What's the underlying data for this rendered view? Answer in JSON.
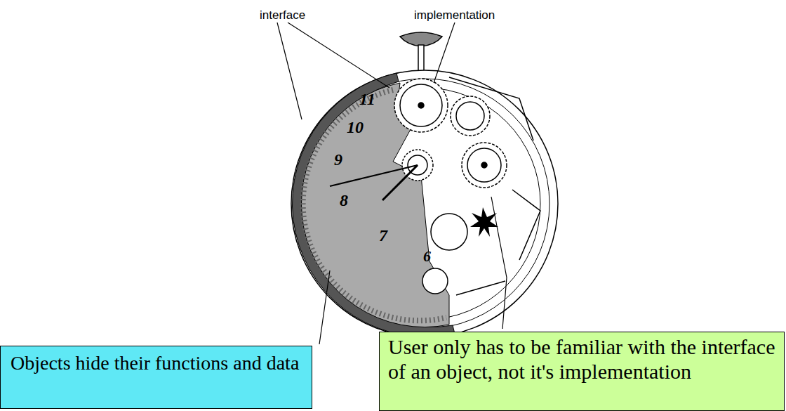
{
  "diagram": {
    "nodes": [
      {
        "text": [
          "Objects hide their functions and data"
        ]
      },
      {
        "text": [
          "User only has to be familiar with the interface of an object, not it's implementation"
        ]
      }
    ],
    "labels": [
      "interface",
      "implementation",
      "11",
      "10",
      "9",
      "8",
      "7",
      "6"
    ]
  }
}
